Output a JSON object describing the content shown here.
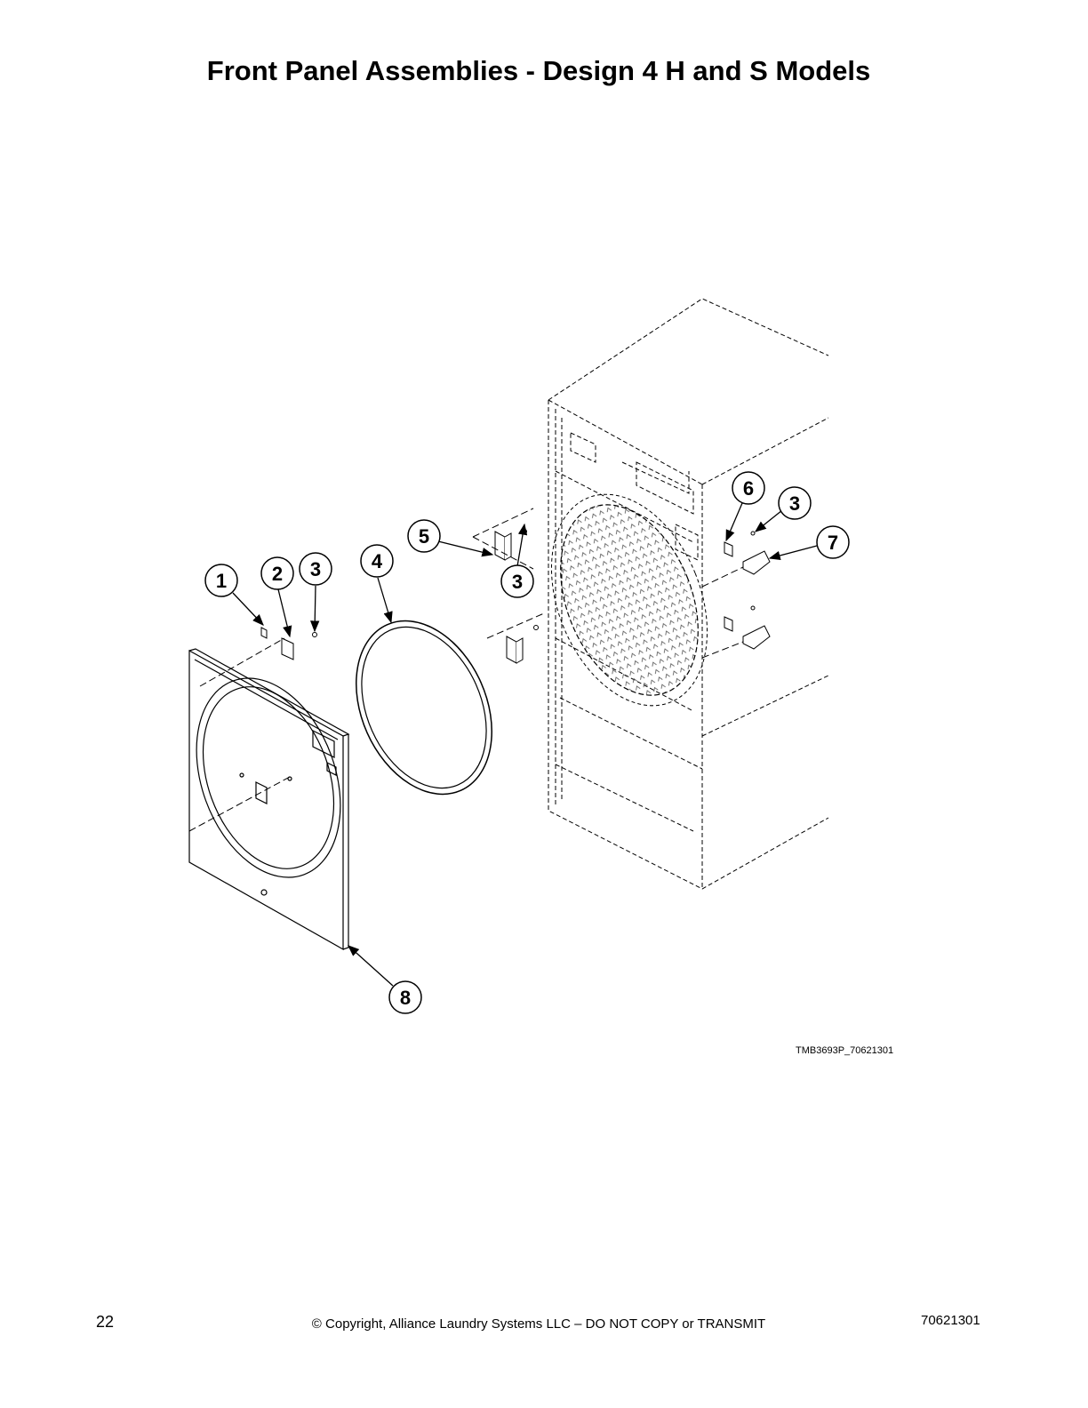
{
  "page": {
    "title": "Front Panel Assemblies - Design 4 H and S Models",
    "figure_id": "TMB3693P_70621301"
  },
  "callouts": [
    {
      "number": "1"
    },
    {
      "number": "2"
    },
    {
      "number": "3"
    },
    {
      "number": "4"
    },
    {
      "number": "5"
    },
    {
      "number": "3"
    },
    {
      "number": "6"
    },
    {
      "number": "3"
    },
    {
      "number": "7"
    },
    {
      "number": "8"
    }
  ],
  "footer": {
    "page_number": "22",
    "copyright": "© Copyright, Alliance Laundry Systems LLC – DO NOT COPY or TRANSMIT",
    "document_number": "70621301"
  }
}
